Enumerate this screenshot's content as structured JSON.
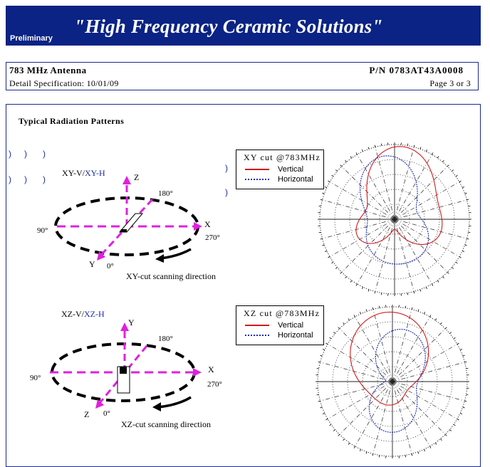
{
  "banner": {
    "preliminary": "Preliminary",
    "title": "\"High Frequency Ceramic Solutions\""
  },
  "header": {
    "product": "783 MHz Antenna",
    "part_number": "P/N 0783AT43A0008",
    "spec": "Detail Specification: 10/01/09",
    "page": "Page 3 or 3"
  },
  "section": {
    "title": "Typical Radiation Patterns",
    "paren": ")"
  },
  "xy": {
    "label_prefix": "XY-V/",
    "label_suffix": "XY-H",
    "axis_z": "Z",
    "axis_x": "X",
    "axis_y": "Y",
    "deg_180": "180°",
    "deg_90": "90°",
    "deg_270": "270°",
    "deg_0": "0°",
    "scan_text": "XY-cut scanning direction",
    "legend_title": "XY cut @783MHz",
    "legend_v": "Vertical",
    "legend_h": "Horizontal"
  },
  "xz": {
    "label_prefix": "XZ-V/",
    "label_suffix": "XZ-H",
    "axis_y": "Y",
    "axis_x": "X",
    "axis_z": "Z",
    "deg_180": "180°",
    "deg_90": "90°",
    "deg_270": "270°",
    "deg_0": "0°",
    "scan_text": "XZ-cut scanning direction",
    "legend_title": "XZ cut @783MHz",
    "legend_v": "Vertical",
    "legend_h": "Horizontal"
  },
  "colors": {
    "banner": "#0a2384",
    "axis_dash": "#e020e0",
    "vertical": "#d11b1b",
    "horizontal": "#1b2ab0"
  }
}
